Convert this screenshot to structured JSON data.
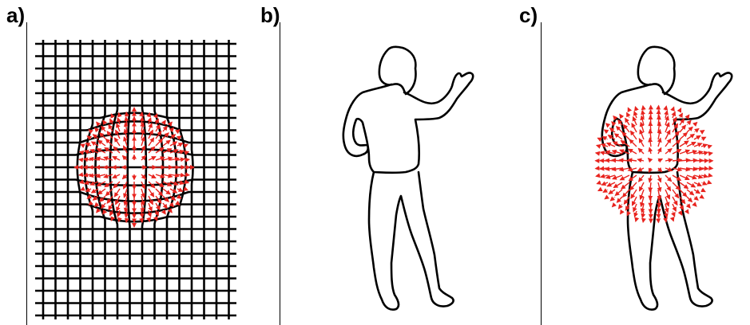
{
  "panels": [
    {
      "label": "a)"
    },
    {
      "label": "b)"
    },
    {
      "label": "c)"
    }
  ],
  "colors": {
    "line": "#000000",
    "arrow": "#e8231e",
    "arrow_light": "#f3a09a",
    "background": "#ffffff"
  }
}
